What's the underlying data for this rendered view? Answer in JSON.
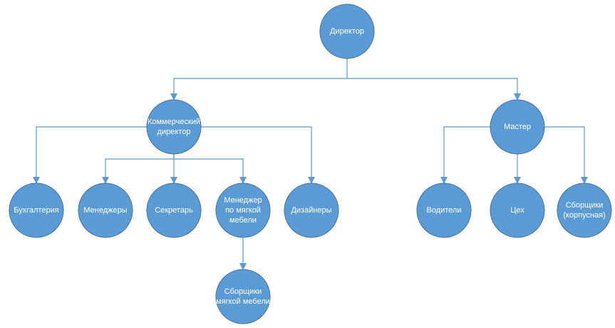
{
  "colors": {
    "node_fill": "#5b9bd5",
    "node_stroke": "#41719c",
    "edge": "#5b9bd5",
    "label": "#ffffff",
    "background": "#ffffff"
  },
  "nodes": [
    {
      "id": "director",
      "label": "Директор"
    },
    {
      "id": "commercial",
      "label": "Коммерческий\nдиректор"
    },
    {
      "id": "master",
      "label": "Мастер"
    },
    {
      "id": "accounting",
      "label": "Бухгалтерия"
    },
    {
      "id": "managers",
      "label": "Менеджеры"
    },
    {
      "id": "secretary",
      "label": "Секретарь"
    },
    {
      "id": "soft_manager",
      "label": "Менеджер\nпо мягкой\nмебели"
    },
    {
      "id": "designers",
      "label": "Дизайнеры"
    },
    {
      "id": "drivers",
      "label": "Водители"
    },
    {
      "id": "workshop",
      "label": "Цех"
    },
    {
      "id": "cabinet_assemblers",
      "label": "Сборщики\n(корпусная)"
    },
    {
      "id": "soft_assemblers",
      "label": "Сборщики\nмягкой мебели"
    }
  ],
  "edges": [
    {
      "from": "director",
      "to": "commercial"
    },
    {
      "from": "director",
      "to": "master"
    },
    {
      "from": "commercial",
      "to": "accounting"
    },
    {
      "from": "commercial",
      "to": "designers"
    },
    {
      "from": "commercial",
      "to": "managers"
    },
    {
      "from": "commercial",
      "to": "secretary"
    },
    {
      "from": "commercial",
      "to": "soft_manager"
    },
    {
      "from": "master",
      "to": "drivers"
    },
    {
      "from": "master",
      "to": "workshop"
    },
    {
      "from": "master",
      "to": "cabinet_assemblers"
    },
    {
      "from": "soft_manager",
      "to": "soft_assemblers"
    }
  ]
}
